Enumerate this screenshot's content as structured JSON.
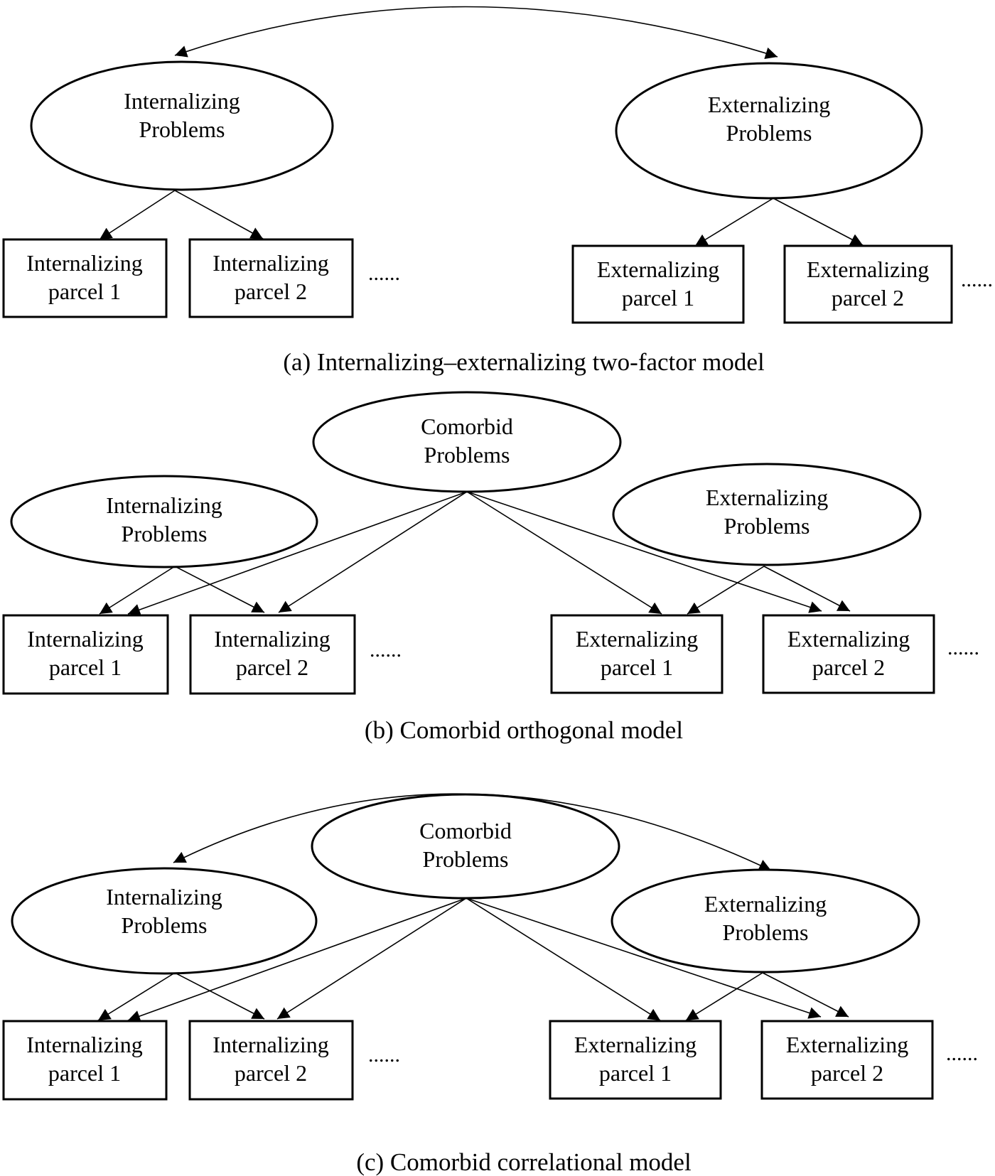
{
  "panels": [
    {
      "caption": "(a) Internalizing–externalizing two-factor model",
      "nodes": {
        "int_factor": [
          "Internalizing",
          "Problems"
        ],
        "ext_factor": [
          "Externalizing",
          "Problems"
        ],
        "int_p1": [
          "Internalizing",
          "parcel 1"
        ],
        "int_p2": [
          "Internalizing",
          "parcel 2"
        ],
        "ext_p1": [
          "Externalizing",
          "parcel 1"
        ],
        "ext_p2": [
          "Externalizing",
          "parcel 2"
        ]
      },
      "ellipsis": "......"
    },
    {
      "caption": "(b) Comorbid orthogonal model",
      "nodes": {
        "com_factor": [
          "Comorbid",
          "Problems"
        ],
        "int_factor": [
          "Internalizing",
          "Problems"
        ],
        "ext_factor": [
          "Externalizing",
          "Problems"
        ],
        "int_p1": [
          "Internalizing",
          "parcel 1"
        ],
        "int_p2": [
          "Internalizing",
          "parcel 2"
        ],
        "ext_p1": [
          "Externalizing",
          "parcel 1"
        ],
        "ext_p2": [
          "Externalizing",
          "parcel 2"
        ]
      },
      "ellipsis": "......"
    },
    {
      "caption": "(c) Comorbid correlational model",
      "nodes": {
        "com_factor": [
          "Comorbid",
          "Problems"
        ],
        "int_factor": [
          "Internalizing",
          "Problems"
        ],
        "ext_factor": [
          "Externalizing",
          "Problems"
        ],
        "int_p1": [
          "Internalizing",
          "parcel 1"
        ],
        "int_p2": [
          "Internalizing",
          "parcel 2"
        ],
        "ext_p1": [
          "Externalizing",
          "parcel 1"
        ],
        "ext_p2": [
          "Externalizing",
          "parcel 2"
        ]
      },
      "ellipsis": "......"
    }
  ]
}
